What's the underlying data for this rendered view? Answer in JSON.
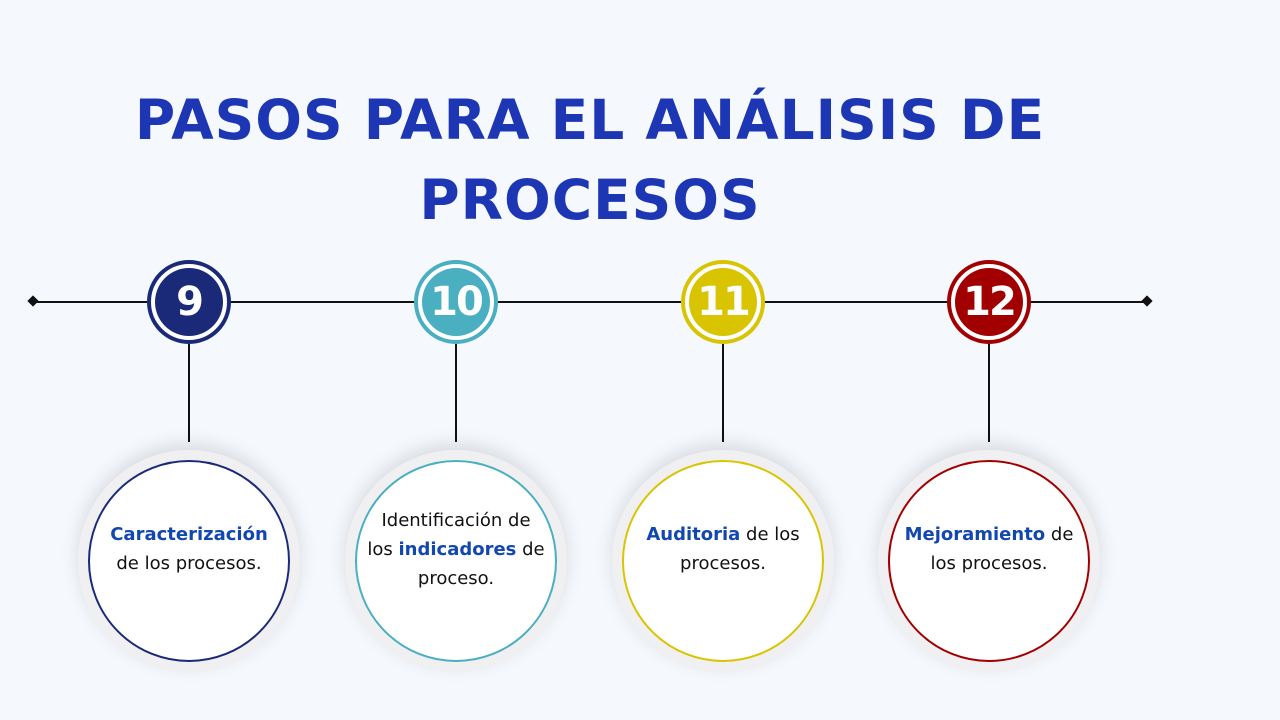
{
  "title": {
    "line1": "PASOS PARA EL ANÁLISIS DE",
    "line2": "PROCESOS"
  },
  "steps": [
    {
      "number": "9",
      "color": "#1b2a78",
      "highlight": "Caracterización",
      "pre": "",
      "post": " de los procesos."
    },
    {
      "number": "10",
      "color": "#4aafc0",
      "pre": "Identificación de los ",
      "highlight": "indicadores",
      "post": " de proceso."
    },
    {
      "number": "11",
      "color": "#d8c400",
      "pre": "",
      "highlight": "Auditoria",
      "post": " de los procesos."
    },
    {
      "number": "12",
      "color": "#a20000",
      "pre": "",
      "highlight": "Mejoramiento",
      "post": " de los procesos."
    }
  ]
}
